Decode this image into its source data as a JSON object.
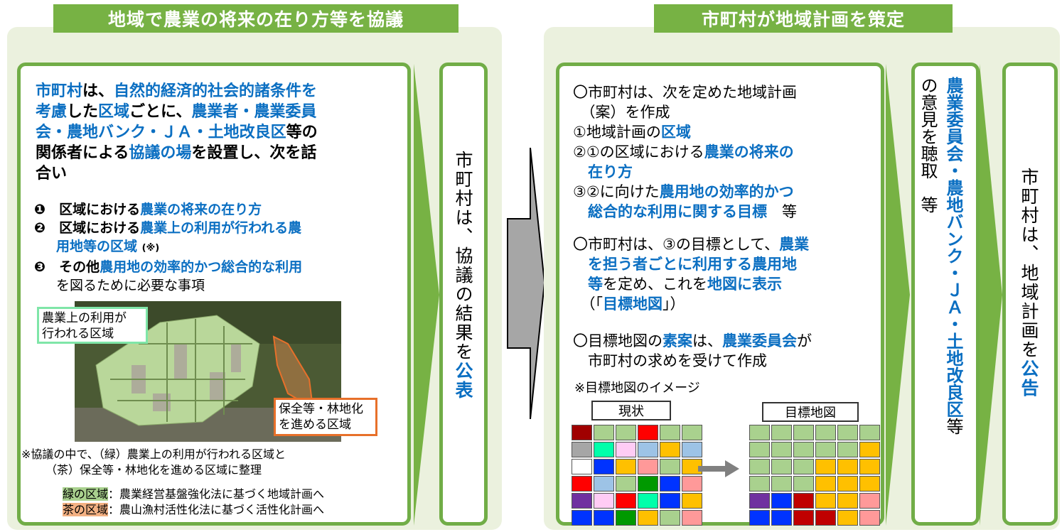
{
  "left": {
    "header": "地域で農業の将来の在り方等を協議",
    "intro": [
      [
        {
          "t": "市町村",
          "b": true
        },
        {
          "t": "は、"
        },
        {
          "t": "自然的経済的社会的諸条件を",
          "b": true
        }
      ],
      [
        {
          "t": "考慮",
          "b": true
        },
        {
          "t": "した"
        },
        {
          "t": "区域",
          "b": true
        },
        {
          "t": "ごとに、"
        },
        {
          "t": "農業者・農業委員",
          "b": true
        }
      ],
      [
        {
          "t": "会・農地バンク・ＪＡ・土地改良区",
          "b": true
        },
        {
          "t": "等の"
        }
      ],
      [
        {
          "t": "関係者による"
        },
        {
          "t": "協議の場",
          "b": true
        },
        {
          "t": "を設置し、次を話"
        }
      ],
      [
        {
          "t": "合い"
        }
      ]
    ],
    "item1_num": "❶",
    "item1": [
      {
        "t": "区域における"
      },
      {
        "t": "農業の将来の在り方",
        "b": true
      }
    ],
    "item2_num": "❷",
    "item2a": [
      {
        "t": "区域における"
      },
      {
        "t": "農業上の利用が行われる農",
        "b": true
      }
    ],
    "item2b": [
      {
        "t": "用地等の区域",
        "b": true
      }
    ],
    "item2_note": "(※)",
    "item3_num": "❸",
    "item3a": [
      {
        "t": "その他"
      },
      {
        "t": "農用地の効率的かつ総合的な利用",
        "b": true
      }
    ],
    "item3b": "を図るために必要な事項",
    "green_label": "農業上の利用が\n行われる区域",
    "orange_label": "保全等・林地化\nを進める区域",
    "note1": "※協議の中で、（緑）農業上の利用が行われる区域と",
    "note2": "（茶）保全等・林地化を進める区域に整理",
    "legend_green_key": "緑の区域",
    "legend_green_text": "：農業経営基盤強化法に基づく地域計画へ",
    "legend_brown_key": "茶の区域",
    "legend_brown_text": "：農山漁村活性化法に基づく活性化計画へ",
    "vertical": [
      {
        "t": "市町村は、協議の結果を"
      },
      {
        "t": "公表",
        "b": true
      }
    ]
  },
  "right": {
    "header": "市町村が地域計画を策定",
    "lines": [
      [
        {
          "t": "〇市町村は、次を定めた地域計画"
        }
      ],
      [
        {
          "t": "　（案）を作成"
        }
      ],
      [
        {
          "t": "①地域計画の"
        },
        {
          "t": "区域",
          "b": true
        }
      ],
      [
        {
          "t": "②①の区域における"
        },
        {
          "t": "農業の将来の",
          "b": true
        }
      ],
      [
        {
          "t": "　在り方",
          "b": true
        }
      ],
      [
        {
          "t": "③②に向けた"
        },
        {
          "t": "農用地の効率的かつ",
          "b": true
        }
      ],
      [
        {
          "t": "　総合的な利用に関する目標",
          "b": true
        },
        {
          "t": "　等"
        }
      ]
    ],
    "lines2": [
      [
        {
          "t": "〇市町村は、③の目標として、"
        },
        {
          "t": "農業",
          "b": true
        }
      ],
      [
        {
          "t": "　を担う者ごとに利用する農用地",
          "b": true
        }
      ],
      [
        {
          "t": "　等",
          "b": true
        },
        {
          "t": "を定め、これを"
        },
        {
          "t": "地図に表示",
          "b": true
        }
      ],
      [
        {
          "t": "　（「"
        },
        {
          "t": "目標地図",
          "b": true
        },
        {
          "t": "」）"
        }
      ]
    ],
    "lines3": [
      [
        {
          "t": "〇目標地図の"
        },
        {
          "t": "素案",
          "b": true
        },
        {
          "t": "は、"
        },
        {
          "t": "農業委員会",
          "b": true
        },
        {
          "t": "が"
        }
      ],
      [
        {
          "t": "　市町村の求めを受けて作成"
        }
      ]
    ],
    "map_note": "※目標地図のイメージ",
    "current_label": "現状",
    "target_label": "目標地図",
    "vertical_mid1": [
      {
        "t": "農業委員会・農地バンク・ＪＡ・土地改良区",
        "b": true
      },
      {
        "t": "等"
      }
    ],
    "vertical_mid2": "の意見を聴取　等",
    "vertical_last": [
      {
        "t": "市町村は、地域計画を"
      },
      {
        "t": "公告",
        "b": true
      }
    ]
  },
  "colors": {
    "green": "#71ad47",
    "header": "#77b244",
    "blue": "#0b6fc2",
    "panel": "#ebf1de"
  },
  "grid_current": [
    [
      "#a00000",
      "#a9d18e",
      "#a9d18e",
      "#ff0000",
      "#a9d18e",
      "#a9d18e"
    ],
    [
      "#a6a6a6",
      "#00ffaa",
      "#ffccf5",
      "#9dc3e6",
      "#ffc000",
      "#9dc3e6"
    ],
    [
      "#ffffff",
      "#0033ff",
      "#ffc000",
      "#ff9999",
      "#a9d18e",
      "#ffc000"
    ],
    [
      "#ff0000",
      "#9dc3e6",
      "#a9d18e",
      "#009900",
      "#0033ff",
      "#ff9999"
    ],
    [
      "#7030a0",
      "#ffccf5",
      "#ff0000",
      "#00ffaa",
      "#0033ff",
      "#ffc000"
    ],
    [
      "#0033ff",
      "#0033ff",
      "#009900",
      "#ffc000",
      "#a9d18e",
      "#ff9999"
    ]
  ],
  "grid_target": [
    [
      "#a9d18e",
      "#a9d18e",
      "#a9d18e",
      "#a9d18e",
      "#a9d18e",
      "#a9d18e"
    ],
    [
      "#a9d18e",
      "#a9d18e",
      "#a9d18e",
      "#a9d18e",
      "#a9d18e",
      "#ffc000"
    ],
    [
      "#a9d18e",
      "#a9d18e",
      "#a9d18e",
      "#ffc000",
      "#ffc000",
      "#ffc000"
    ],
    [
      "#a9d18e",
      "#a9d18e",
      "#a9d18e",
      "#ffc000",
      "#ffc000",
      "#ffc000"
    ],
    [
      "#7030a0",
      "#0033ff",
      "#c00000",
      "#ffc000",
      "#ffc000",
      "#ff9999"
    ],
    [
      "#0033ff",
      "#0033ff",
      "#c00000",
      "#c00000",
      "#ffc000",
      "#ff9999"
    ]
  ]
}
